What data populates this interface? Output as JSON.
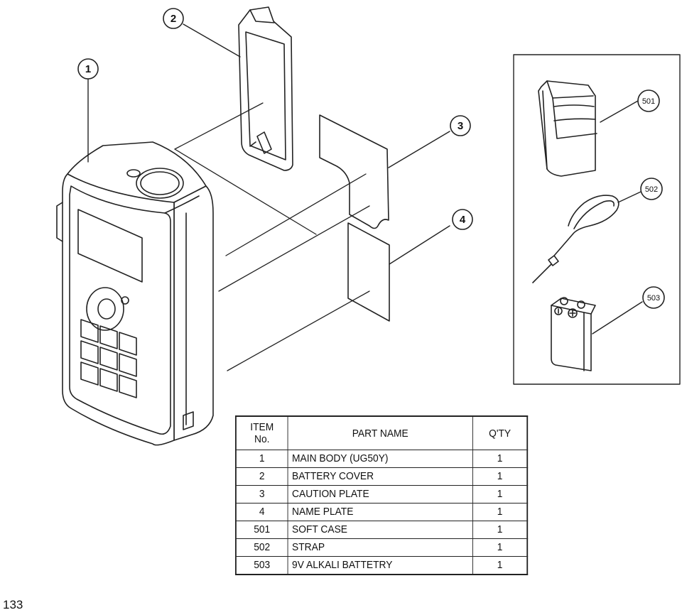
{
  "callouts": [
    {
      "id": "1",
      "label": "1"
    },
    {
      "id": "2",
      "label": "2"
    },
    {
      "id": "3",
      "label": "3"
    },
    {
      "id": "4",
      "label": "4"
    },
    {
      "id": "501",
      "label": "501"
    },
    {
      "id": "502",
      "label": "502"
    },
    {
      "id": "503",
      "label": "503"
    }
  ],
  "parts_table": {
    "headers": {
      "item_line1": "ITEM",
      "item_line2": "No.",
      "part_name": "PART NAME",
      "qty": "Q'TY"
    },
    "rows": [
      {
        "item": "1",
        "name": "MAIN BODY (UG50Y)",
        "qty": "1"
      },
      {
        "item": "2",
        "name": "BATTERY COVER",
        "qty": "1"
      },
      {
        "item": "3",
        "name": "CAUTION PLATE",
        "qty": "1"
      },
      {
        "item": "4",
        "name": "NAME PLATE",
        "qty": "1"
      },
      {
        "item": "501",
        "name": "SOFT CASE",
        "qty": "1"
      },
      {
        "item": "502",
        "name": "STRAP",
        "qty": "1"
      },
      {
        "item": "503",
        "name": "9V ALKALI BATTETRY",
        "qty": "1"
      }
    ]
  },
  "page_number": "133"
}
